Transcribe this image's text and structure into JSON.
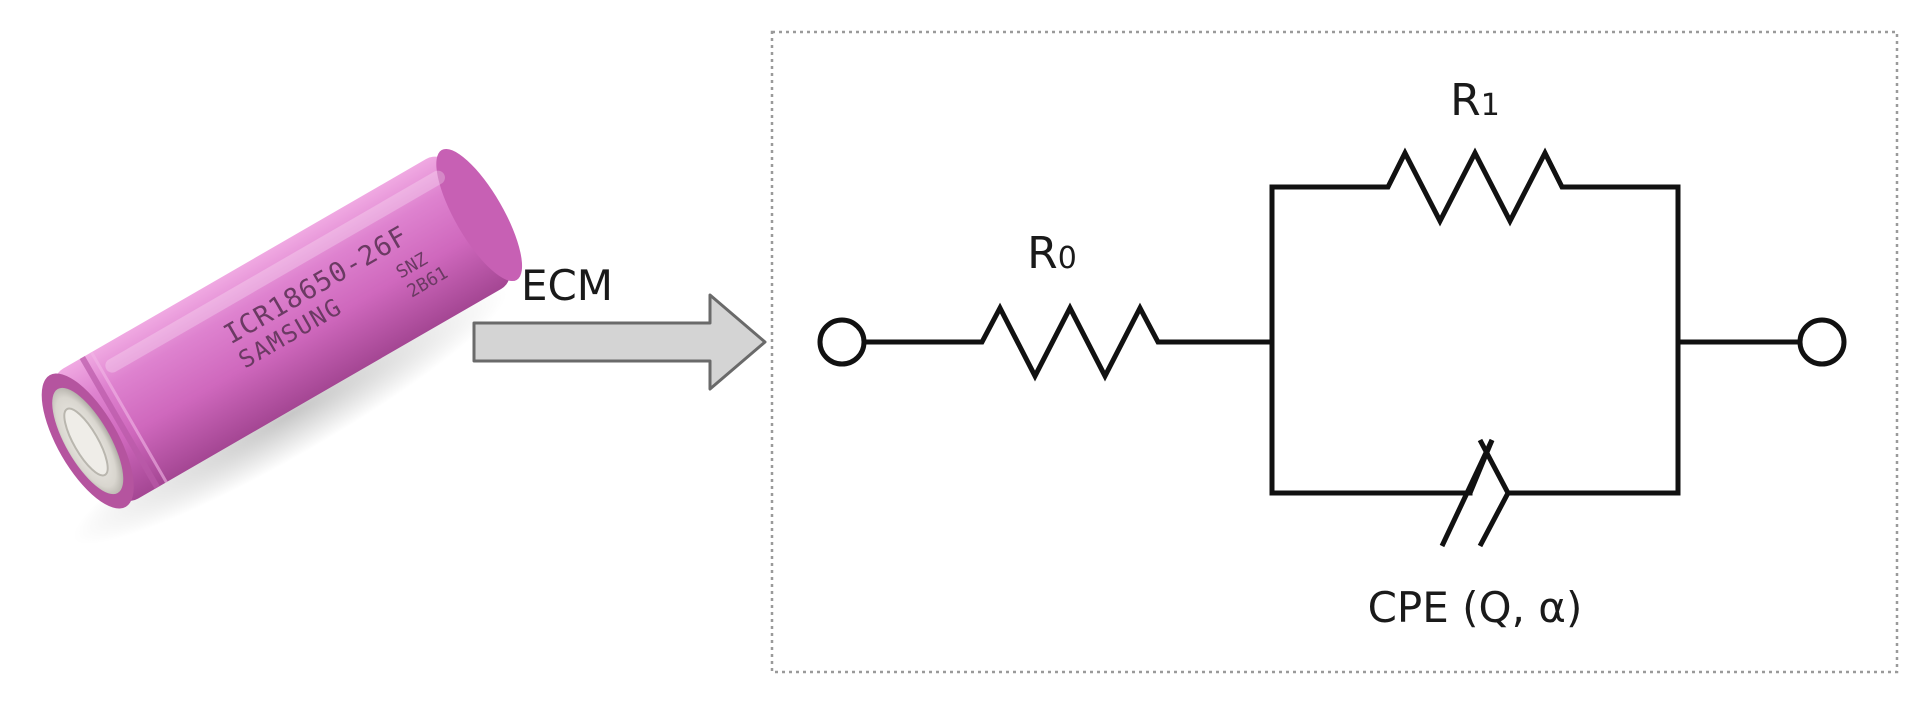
{
  "battery": {
    "model_text": "ICR18650-26F",
    "brand_text": "SAMSUNG",
    "code_text_1": "SNZ",
    "code_text_2": "2B61",
    "body_color": "#d673c4",
    "terminal_color": "#e9e7e2"
  },
  "arrow": {
    "label": "ECM",
    "fill_color": "#d4d4d4"
  },
  "circuit": {
    "components": [
      {
        "id": "R0",
        "label_main": "R",
        "label_sub": "0",
        "type": "resistor"
      },
      {
        "id": "R1",
        "label_main": "R",
        "label_sub": "1",
        "type": "resistor"
      },
      {
        "id": "CPE",
        "label": "CPE (Q, α)",
        "type": "constant-phase-element"
      }
    ],
    "terminals": [
      "left",
      "right"
    ],
    "topology": "R0 in series with (R1 parallel CPE)",
    "wire_color": "#111111",
    "border_style": "dotted"
  }
}
